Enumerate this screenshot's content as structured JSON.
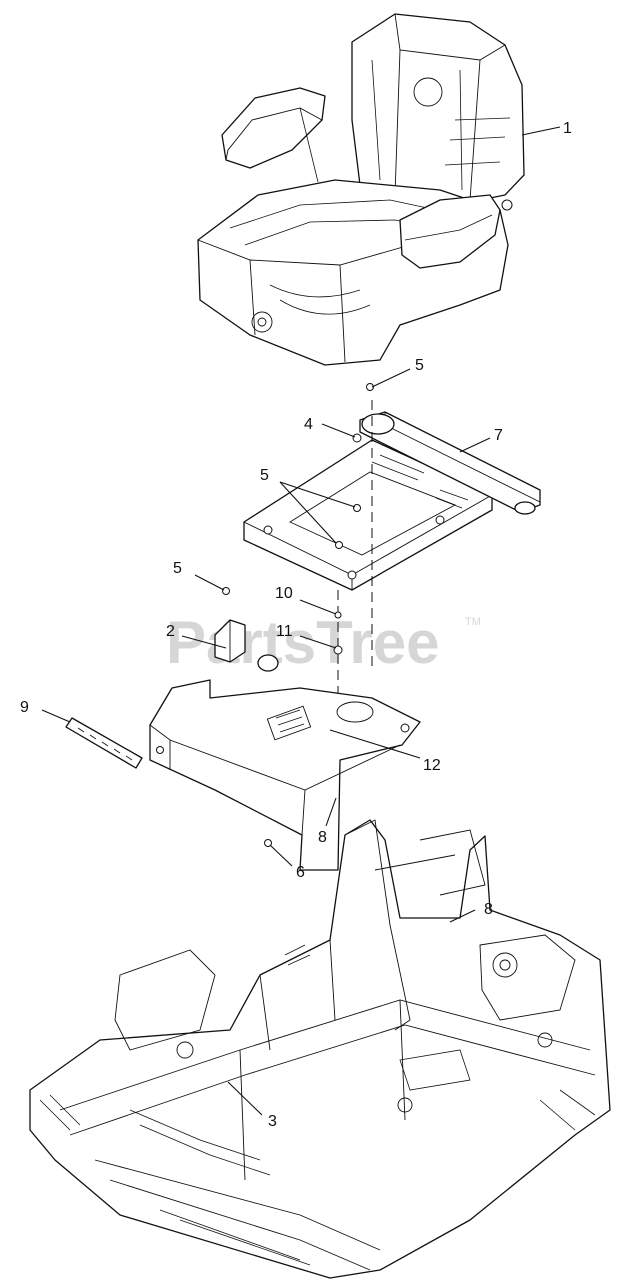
{
  "diagram": {
    "watermark": "PartsTree",
    "watermark_mark": "TM",
    "callouts": [
      {
        "id": "1",
        "label": "1"
      },
      {
        "id": "5a",
        "label": "5"
      },
      {
        "id": "4",
        "label": "4"
      },
      {
        "id": "7",
        "label": "7"
      },
      {
        "id": "5b",
        "label": "5"
      },
      {
        "id": "5c",
        "label": "5"
      },
      {
        "id": "10",
        "label": "10"
      },
      {
        "id": "2",
        "label": "2"
      },
      {
        "id": "11",
        "label": "11"
      },
      {
        "id": "9",
        "label": "9"
      },
      {
        "id": "12",
        "label": "12"
      },
      {
        "id": "8a",
        "label": "8"
      },
      {
        "id": "6",
        "label": "6"
      },
      {
        "id": "8b",
        "label": "8"
      },
      {
        "id": "3",
        "label": "3"
      }
    ]
  }
}
